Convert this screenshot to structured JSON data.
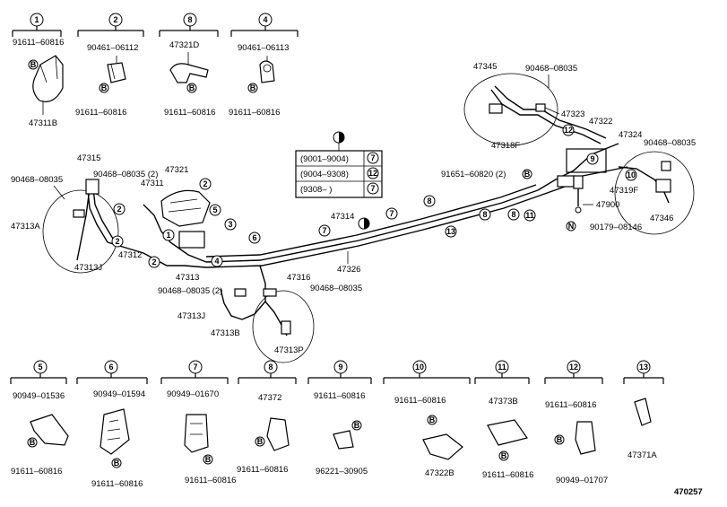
{
  "diagram_id": "470257",
  "legend": {
    "rows": [
      {
        "range": "(9001–9004)",
        "ref": "7"
      },
      {
        "range": "(9004–9308)",
        "ref": "12"
      },
      {
        "range": "(9308–      )",
        "ref": "7"
      }
    ]
  },
  "top_groups": [
    {
      "ref": "1",
      "parts": [
        "91611–60816",
        "47311B"
      ]
    },
    {
      "ref": "2",
      "parts": [
        "90461–06112",
        "91611–60816"
      ]
    },
    {
      "ref": "8",
      "parts": [
        "47321D",
        "91611–60816"
      ]
    },
    {
      "ref": "4",
      "parts": [
        "90461–06113",
        "91611–60816"
      ]
    }
  ],
  "bottom_groups": [
    {
      "ref": "5",
      "parts": [
        "90949–01536",
        "91611–60816"
      ]
    },
    {
      "ref": "6",
      "parts": [
        "90949–01594",
        "91611–60816"
      ]
    },
    {
      "ref": "7",
      "parts": [
        "90949–01670",
        "91611–60816"
      ]
    },
    {
      "ref": "8",
      "parts": [
        "47372",
        "91611–60816"
      ]
    },
    {
      "ref": "9",
      "parts": [
        "91611–60816",
        "96221–30905"
      ]
    },
    {
      "ref": "10",
      "parts": [
        "91611–60816",
        "47322B"
      ]
    },
    {
      "ref": "11",
      "parts": [
        "47373B",
        "91611–60816"
      ]
    },
    {
      "ref": "12",
      "parts": [
        "91611–60816",
        "90949–01707"
      ]
    },
    {
      "ref": "13",
      "parts": [
        "47371A"
      ]
    }
  ],
  "main_labels": {
    "p47345": "47345",
    "p90468a": "90468–08035",
    "p47323": "47323",
    "p47322": "47322",
    "p47318F": "47318F",
    "p47324": "47324",
    "p90468b": "90468–08035",
    "p91651": "91651–60820 (2)",
    "p47319F": "47319F",
    "p47900": "47900",
    "p47346": "47346",
    "p90179": "90179–08146",
    "p47315": "47315",
    "p90468c": "90468–08035 (2)",
    "p47321": "47321",
    "p47311": "47311",
    "p90468d": "90468–08035",
    "p47313A": "47313A",
    "p47312": "47312",
    "p47313J": "47313J",
    "p47314": "47314",
    "p47326": "47326",
    "p47313": "47313",
    "p47316": "47316",
    "p90468e": "90468–08035 (2)",
    "p90468f": "90468–08035",
    "p47313J2": "47313J",
    "p47313B": "47313B",
    "p47313P": "47313P"
  },
  "symbols": {
    "b": "B",
    "n": "N"
  }
}
